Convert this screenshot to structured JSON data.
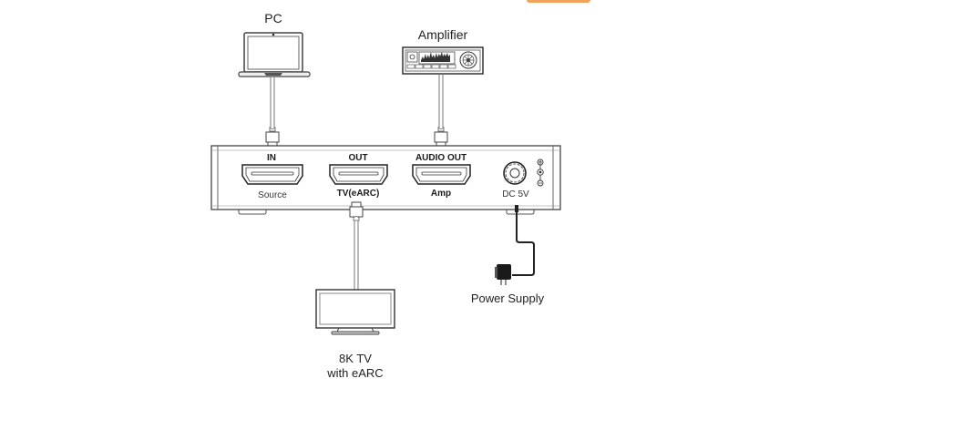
{
  "top_tab": {
    "color": "#f0a35c"
  },
  "devices": {
    "pc": {
      "label": "PC",
      "icon": "laptop-icon"
    },
    "amplifier": {
      "label": "Amplifier",
      "icon": "amplifier-icon"
    },
    "tv": {
      "label_line1": "8K TV",
      "label_line2": "with eARC",
      "icon": "tv-icon"
    },
    "power_supply": {
      "label": "Power Supply",
      "icon": "power-adapter-icon"
    }
  },
  "panel": {
    "ports": [
      {
        "top_label": "IN",
        "bottom_label": "Source",
        "type": "hdmi"
      },
      {
        "top_label": "OUT",
        "bottom_label": "TV(eARC)",
        "type": "hdmi"
      },
      {
        "top_label": "AUDIO OUT",
        "bottom_label": "Amp",
        "type": "hdmi"
      }
    ],
    "power_port": {
      "label": "DC 5V",
      "polarity_symbols": [
        "+",
        "−"
      ]
    }
  }
}
